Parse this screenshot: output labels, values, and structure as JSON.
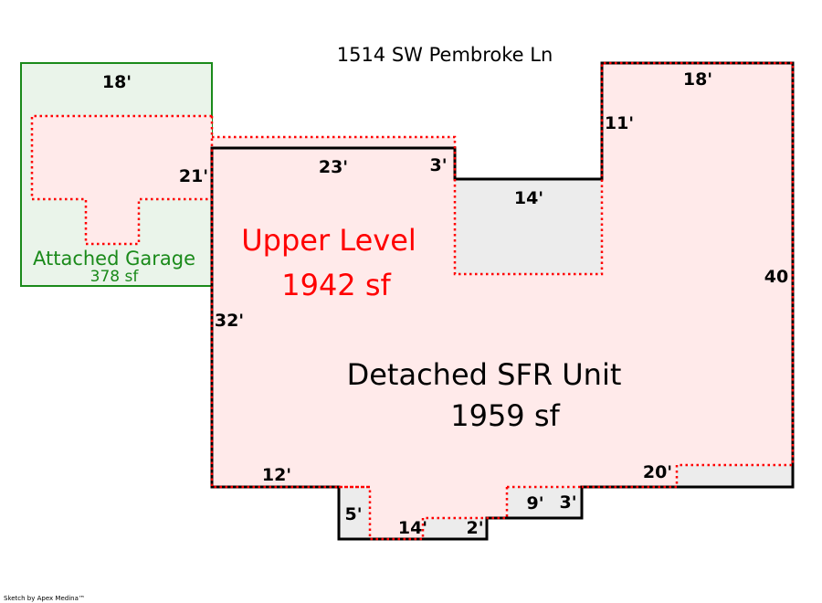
{
  "address": "1514 SW Pembroke Ln",
  "colors": {
    "main_fill": "#ffeaea",
    "garage_fill": "#eaf4ea",
    "garage_stroke": "#1a8a1a",
    "upper_stroke": "#ff0000",
    "gray_fill": "#ececec",
    "upper_text": "#ff0000",
    "garage_text": "#1a8a1a"
  },
  "areas": {
    "garage": {
      "label": "Attached Garage",
      "size": "378 sf"
    },
    "upper": {
      "label": "Upper Level",
      "size": "1942 sf"
    },
    "main": {
      "label": "Detached SFR Unit",
      "size": "1959 sf"
    }
  },
  "dimensions": {
    "garage_top": "18'",
    "garage_side": "21'",
    "top_left": "23'",
    "notch": "3'",
    "inset": "14'",
    "right_top": "18'",
    "right_step": "11'",
    "right_side": "40",
    "left_side": "32'",
    "bottom_left": "12'",
    "bottom_5": "5'",
    "bottom_14": "14'",
    "bottom_2": "2'",
    "bottom_9": "9'",
    "bottom_3": "3'",
    "bottom_right": "20'"
  },
  "credit": "Sketch by Apex Medina™"
}
